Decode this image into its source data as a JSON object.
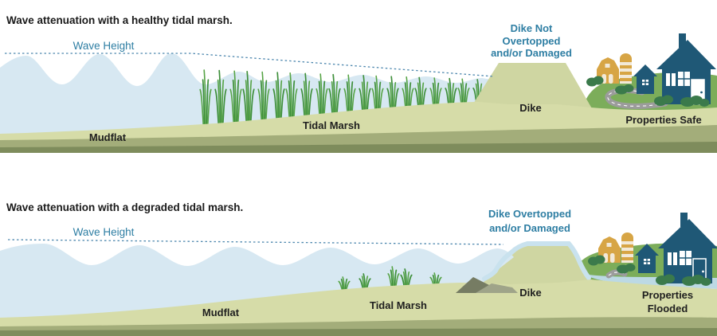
{
  "colors": {
    "background": "#ffffff",
    "title_text": "#1a1a1a",
    "label_text": "#1f1f1f",
    "annotation_teal": "#2E7EA3",
    "dashed_line": "#4D87AE",
    "sea_water": "#D7E8F2",
    "flood_water": "#BCD9E4",
    "overtop_water": "#C9E2EE",
    "mudflat_land": "#D6DCA8",
    "dike_fill": "#CFD6A2",
    "subsoil_band": "#A3AD7A",
    "deep_soil_band": "#7E8C5C",
    "marsh_grass": "#3E8F3A",
    "marsh_grass_light": "#55A344",
    "hill_green": "#7CAD5A",
    "bush_green": "#3B7A4B",
    "barn_orange": "#D7A545",
    "silo_cream": "#F2E9D8",
    "house_blue": "#1F5876",
    "road_gray": "#9C9C9C",
    "road_line": "#FFFFFF",
    "rock_dark": "#767C63",
    "rock_light": "#9FA489",
    "window_white": "#FFFFFF"
  },
  "panels": {
    "healthy": {
      "title": "Wave attenuation with a healthy tidal marsh.",
      "wave_height_label": "Wave Height",
      "mudflat_label": "Mudflat",
      "tidal_marsh_label": "Tidal Marsh",
      "dike_label": "Dike",
      "dike_status": {
        "line1": "Dike Not",
        "line2": "Overtopped",
        "line3": "and/or Damaged"
      },
      "properties_status": {
        "line1": "Properties Safe"
      }
    },
    "degraded": {
      "title": "Wave attenuation with a degraded tidal marsh.",
      "wave_height_label": "Wave Height",
      "mudflat_label": "Mudflat",
      "tidal_marsh_label": "Tidal Marsh",
      "dike_label": "Dike",
      "dike_status": {
        "line1": "Dike Overtopped",
        "line2": "and/or Damaged"
      },
      "properties_status": {
        "line1": "Properties",
        "line2": "Flooded"
      }
    }
  }
}
